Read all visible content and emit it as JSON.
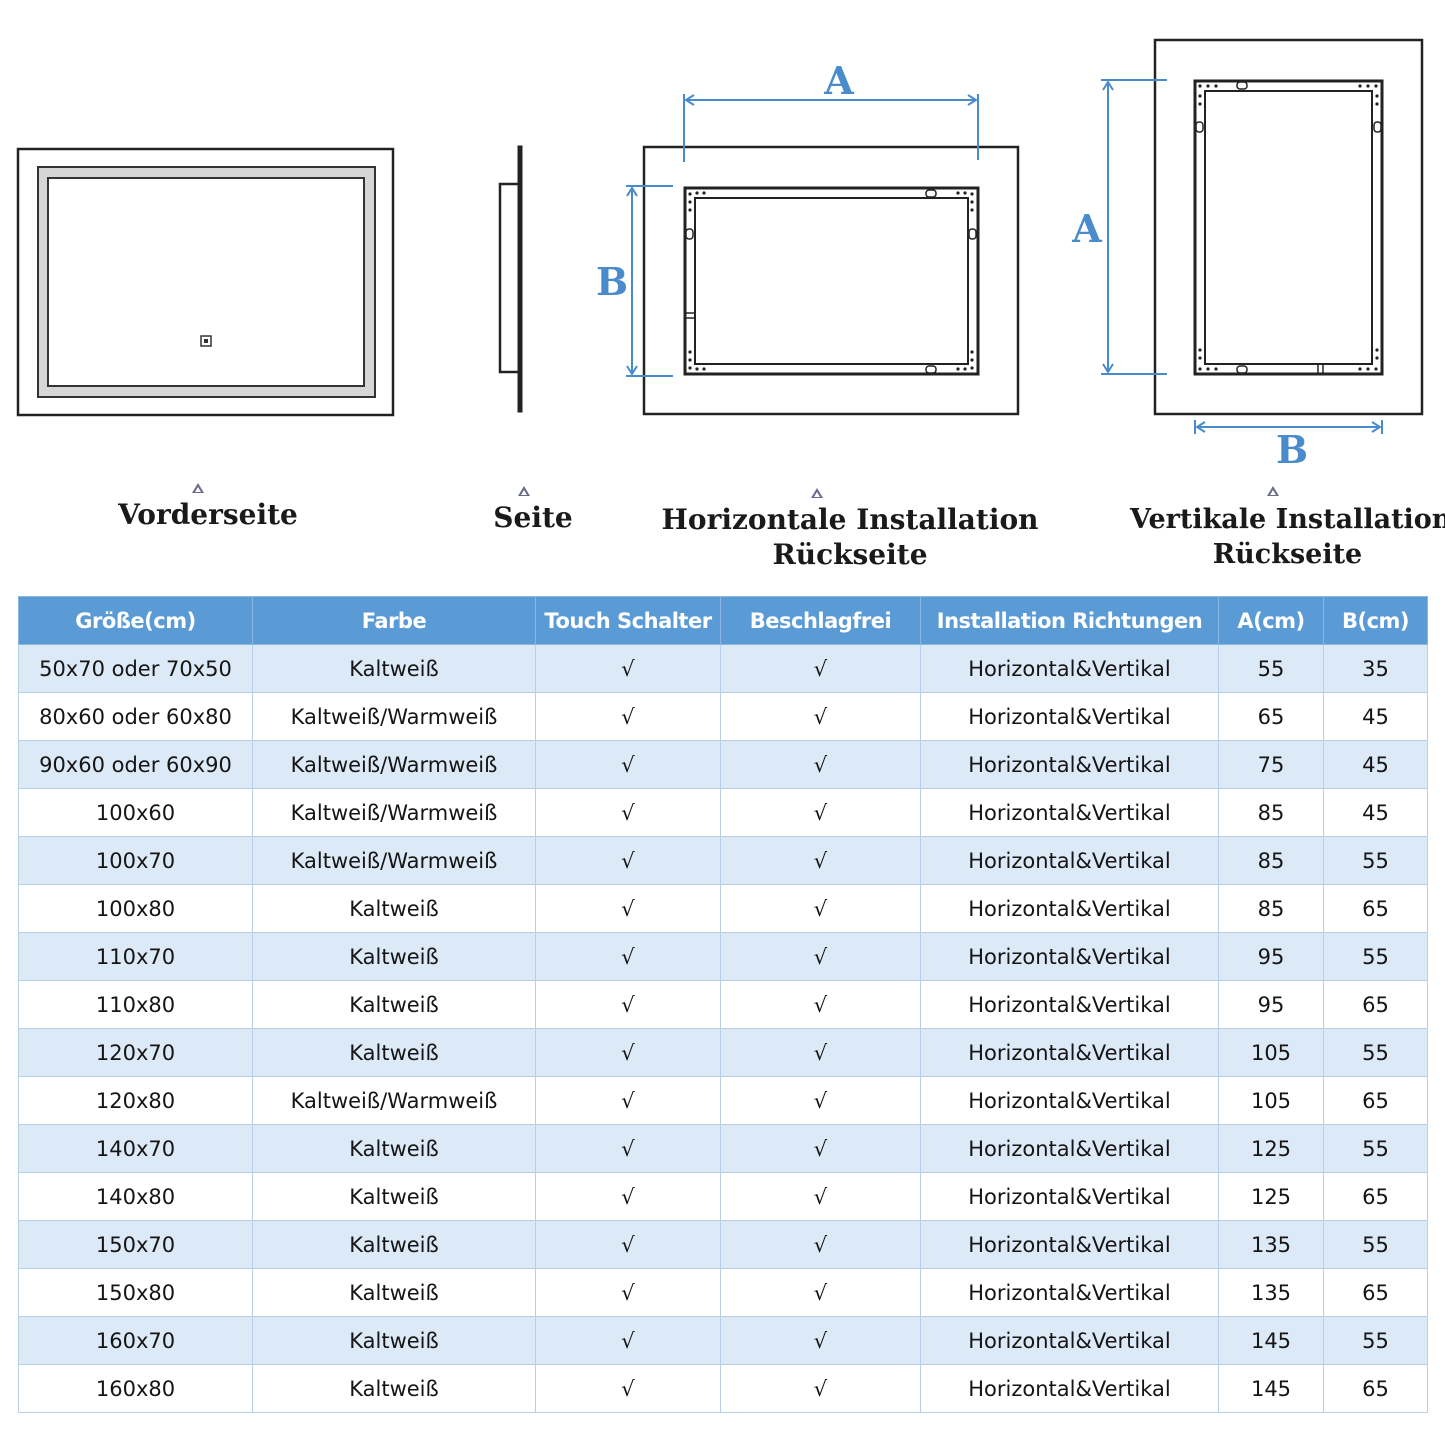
{
  "labels": {
    "a": "A",
    "b": "B",
    "front": "Vorderseite",
    "side": "Seite",
    "horizontal_line1": "Horizontale Installation",
    "horizontal_line2": "Rückseite",
    "vertical_line1": "Vertikale Installation",
    "vertical_line2": "Rückseite"
  },
  "colors": {
    "header_bg": "#5b9bd5",
    "row_alt_bg": "#dce9f6",
    "dimension_blue": "#4a8bcb"
  },
  "table": {
    "headers": [
      "Größe(cm)",
      "Farbe",
      "Touch Schalter",
      "Beschlagfrei",
      "Installation Richtungen",
      "A(cm)",
      "B(cm)"
    ],
    "rows": [
      [
        "50x70 oder 70x50",
        "Kaltweiß",
        "√",
        "√",
        "Horizontal&Vertikal",
        "55",
        "35"
      ],
      [
        "80x60 oder 60x80",
        "Kaltweiß/Warmweiß",
        "√",
        "√",
        "Horizontal&Vertikal",
        "65",
        "45"
      ],
      [
        "90x60 oder 60x90",
        "Kaltweiß/Warmweiß",
        "√",
        "√",
        "Horizontal&Vertikal",
        "75",
        "45"
      ],
      [
        "100x60",
        "Kaltweiß/Warmweiß",
        "√",
        "√",
        "Horizontal&Vertikal",
        "85",
        "45"
      ],
      [
        "100x70",
        "Kaltweiß/Warmweiß",
        "√",
        "√",
        "Horizontal&Vertikal",
        "85",
        "55"
      ],
      [
        "100x80",
        "Kaltweiß",
        "√",
        "√",
        "Horizontal&Vertikal",
        "85",
        "65"
      ],
      [
        "110x70",
        "Kaltweiß",
        "√",
        "√",
        "Horizontal&Vertikal",
        "95",
        "55"
      ],
      [
        "110x80",
        "Kaltweiß",
        "√",
        "√",
        "Horizontal&Vertikal",
        "95",
        "65"
      ],
      [
        "120x70",
        "Kaltweiß",
        "√",
        "√",
        "Horizontal&Vertikal",
        "105",
        "55"
      ],
      [
        "120x80",
        "Kaltweiß/Warmweiß",
        "√",
        "√",
        "Horizontal&Vertikal",
        "105",
        "65"
      ],
      [
        "140x70",
        "Kaltweiß",
        "√",
        "√",
        "Horizontal&Vertikal",
        "125",
        "55"
      ],
      [
        "140x80",
        "Kaltweiß",
        "√",
        "√",
        "Horizontal&Vertikal",
        "125",
        "65"
      ],
      [
        "150x70",
        "Kaltweiß",
        "√",
        "√",
        "Horizontal&Vertikal",
        "135",
        "55"
      ],
      [
        "150x80",
        "Kaltweiß",
        "√",
        "√",
        "Horizontal&Vertikal",
        "135",
        "65"
      ],
      [
        "160x70",
        "Kaltweiß",
        "√",
        "√",
        "Horizontal&Vertikal",
        "145",
        "55"
      ],
      [
        "160x80",
        "Kaltweiß",
        "√",
        "√",
        "Horizontal&Vertikal",
        "145",
        "65"
      ]
    ]
  }
}
